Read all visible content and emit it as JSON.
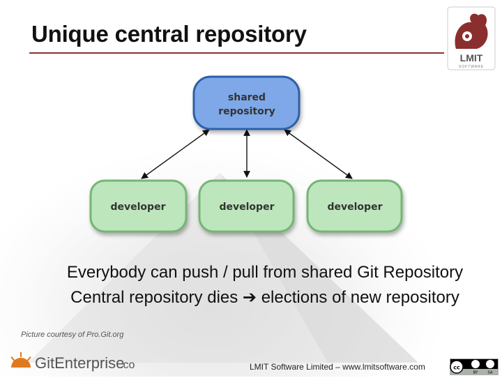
{
  "slide": {
    "title": "Unique central repository",
    "body_lines": [
      "Everybody can push / pull from shared Git Repository",
      "Central repository dies ➔ elections of new repository"
    ],
    "caption": "Picture courtesy of  Pro.Git.org",
    "footer": "LMIT Software Limited – www.lmitsoftware.com",
    "brand": {
      "name": "GitEnterprise",
      "suffix": ".co"
    },
    "logo": {
      "text": "LMIT",
      "subtext": "SOFTWARE",
      "icon": "cat-logo-icon"
    },
    "license_badge": {
      "icon": "creative-commons-icon",
      "labels": [
        "BY",
        "SA"
      ]
    }
  },
  "diagram": {
    "shared": {
      "label_line1": "shared",
      "label_line2": "repository"
    },
    "developers": [
      {
        "label": "developer"
      },
      {
        "label": "developer"
      },
      {
        "label": "developer"
      }
    ]
  },
  "colors": {
    "shared_fill": "#7ea8e8",
    "shared_stroke": "#2f5fa8",
    "dev_fill": "#bde6bc",
    "dev_stroke": "#74b574",
    "title_rule": "#8b2f2f",
    "brand_orange": "#e07a1f"
  }
}
